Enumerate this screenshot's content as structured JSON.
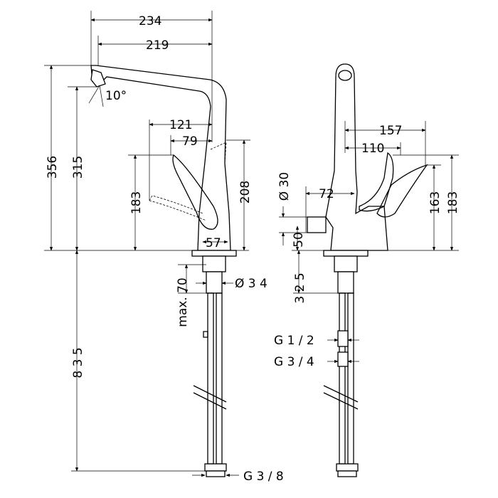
{
  "side_view": {
    "dim_234": "234",
    "dim_219": "219",
    "angle_10": "10°",
    "dim_121": "121",
    "dim_79": "79",
    "dim_356": "356",
    "dim_315": "315",
    "dim_183": "183",
    "dim_208": "208",
    "dim_57": "57",
    "dim_max70": "max. 70",
    "dim_d34": "Ø 3 4",
    "dim_835": "8 3 5",
    "thread_g38": "G 3 / 8"
  },
  "front_view": {
    "dim_157": "157",
    "dim_110": "110",
    "dim_d30": "Ø 30",
    "dim_72": "72",
    "dim_50": "50",
    "dim_163": "163",
    "dim_183": "183",
    "dim_325": "3 2 5",
    "thread_g12": "G 1 / 2",
    "thread_g34": "G 3 / 4"
  }
}
